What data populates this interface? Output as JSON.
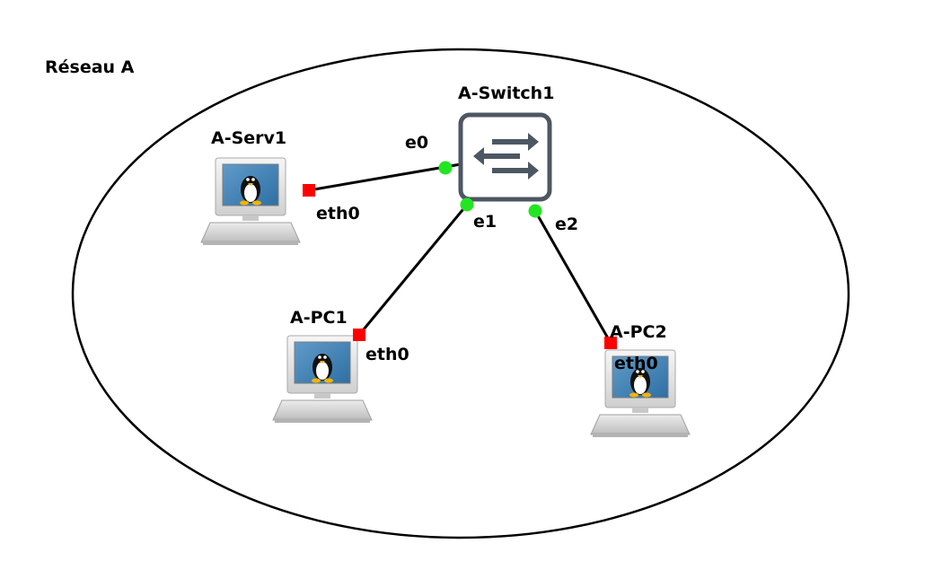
{
  "zone": {
    "title": "Réseau A"
  },
  "switch": {
    "name": "A-Switch1",
    "icon": "switch-icon",
    "ports": {
      "e0": "e0",
      "e1": "e1",
      "e2": "e2"
    }
  },
  "hosts": [
    {
      "name": "A-Serv1",
      "icon": "linux-computer-icon",
      "port": "eth0"
    },
    {
      "name": "A-PC1",
      "icon": "linux-computer-icon",
      "port": "eth0"
    },
    {
      "name": "A-PC2",
      "icon": "linux-computer-icon",
      "port": "eth0"
    }
  ],
  "colors": {
    "port_up": "#22e622",
    "port_down": "#ff0000",
    "link": "#000000",
    "switch_frame": "#4d5763"
  }
}
